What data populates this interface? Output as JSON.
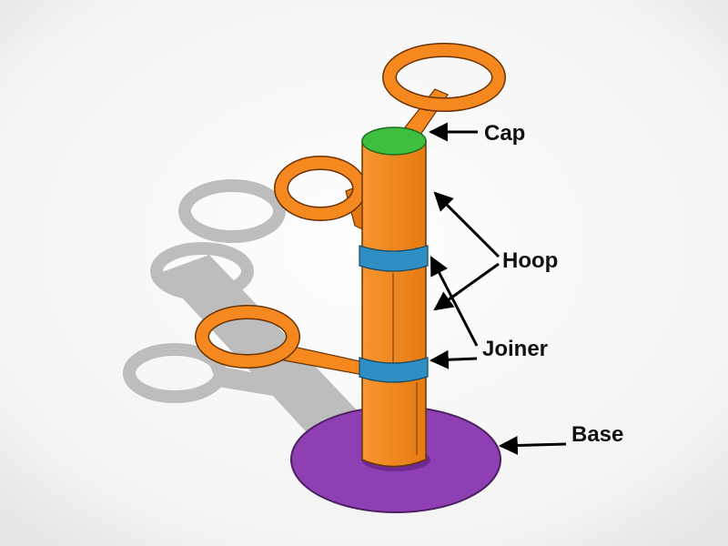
{
  "labels": {
    "cap": "Cap",
    "hoop": "Hoop",
    "joiner": "Joiner",
    "base": "Base"
  },
  "colors": {
    "body": "#f5881f",
    "body_dark": "#e0740f",
    "outline": "#6b3406",
    "cap": "#3fbf3f",
    "joiner_band": "#2f8fc2",
    "base": "#8e3fb3",
    "shadow": "#bdbdbd",
    "arrow": "#000000"
  }
}
